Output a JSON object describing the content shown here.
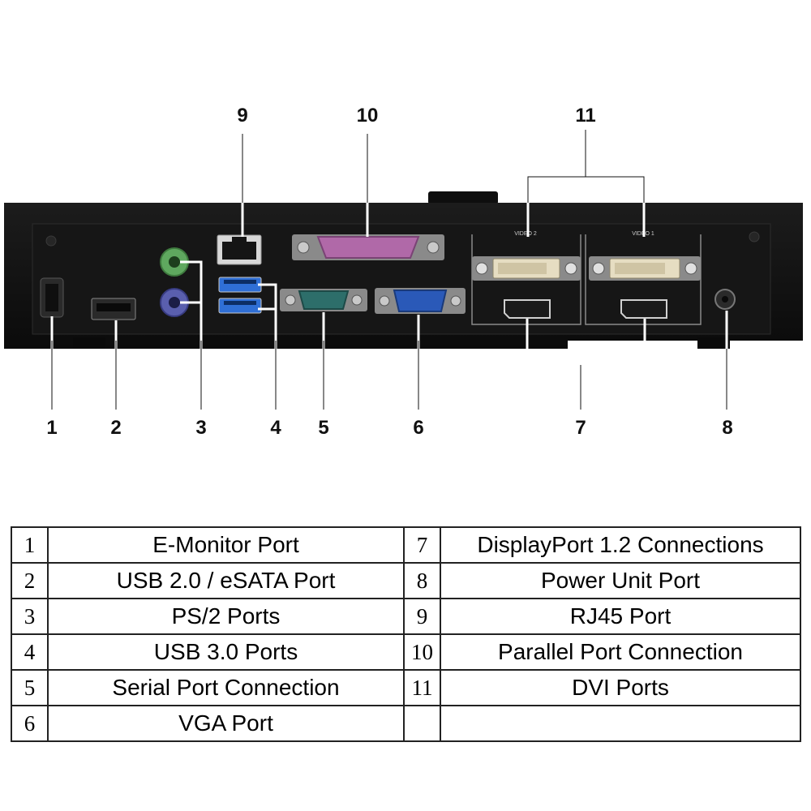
{
  "callouts": [
    "1",
    "2",
    "3",
    "4",
    "5",
    "6",
    "7",
    "8",
    "9",
    "10",
    "11"
  ],
  "port_labels": {
    "video2": "VIDEO 2",
    "video1": "VIDEO 1"
  },
  "legend": [
    {
      "num": "1",
      "label": "E-Monitor Port",
      "num2": "7",
      "label2": "DisplayPort 1.2 Connections"
    },
    {
      "num": "2",
      "label": "USB 2.0 / eSATA Port",
      "num2": "8",
      "label2": "Power Unit Port"
    },
    {
      "num": "3",
      "label": "PS/2 Ports",
      "num2": "9",
      "label2": "RJ45 Port"
    },
    {
      "num": "4",
      "label": "USB 3.0 Ports",
      "num2": "10",
      "label2": "Parallel Port Connection"
    },
    {
      "num": "5",
      "label": "Serial Port Connection",
      "num2": "11",
      "label2": "DVI Ports"
    },
    {
      "num": "6",
      "label": "VGA Port",
      "num2": "",
      "label2": ""
    }
  ],
  "colors": {
    "chassis": "#141414",
    "ps2_mouse": "#5fa85f",
    "ps2_keyboard": "#5a5fae",
    "usb3": "#2f6fd6",
    "parallel": "#b069a8",
    "serial": "#2d6e6a",
    "vga": "#2a59b8",
    "dvi": "#e6ddc2"
  }
}
